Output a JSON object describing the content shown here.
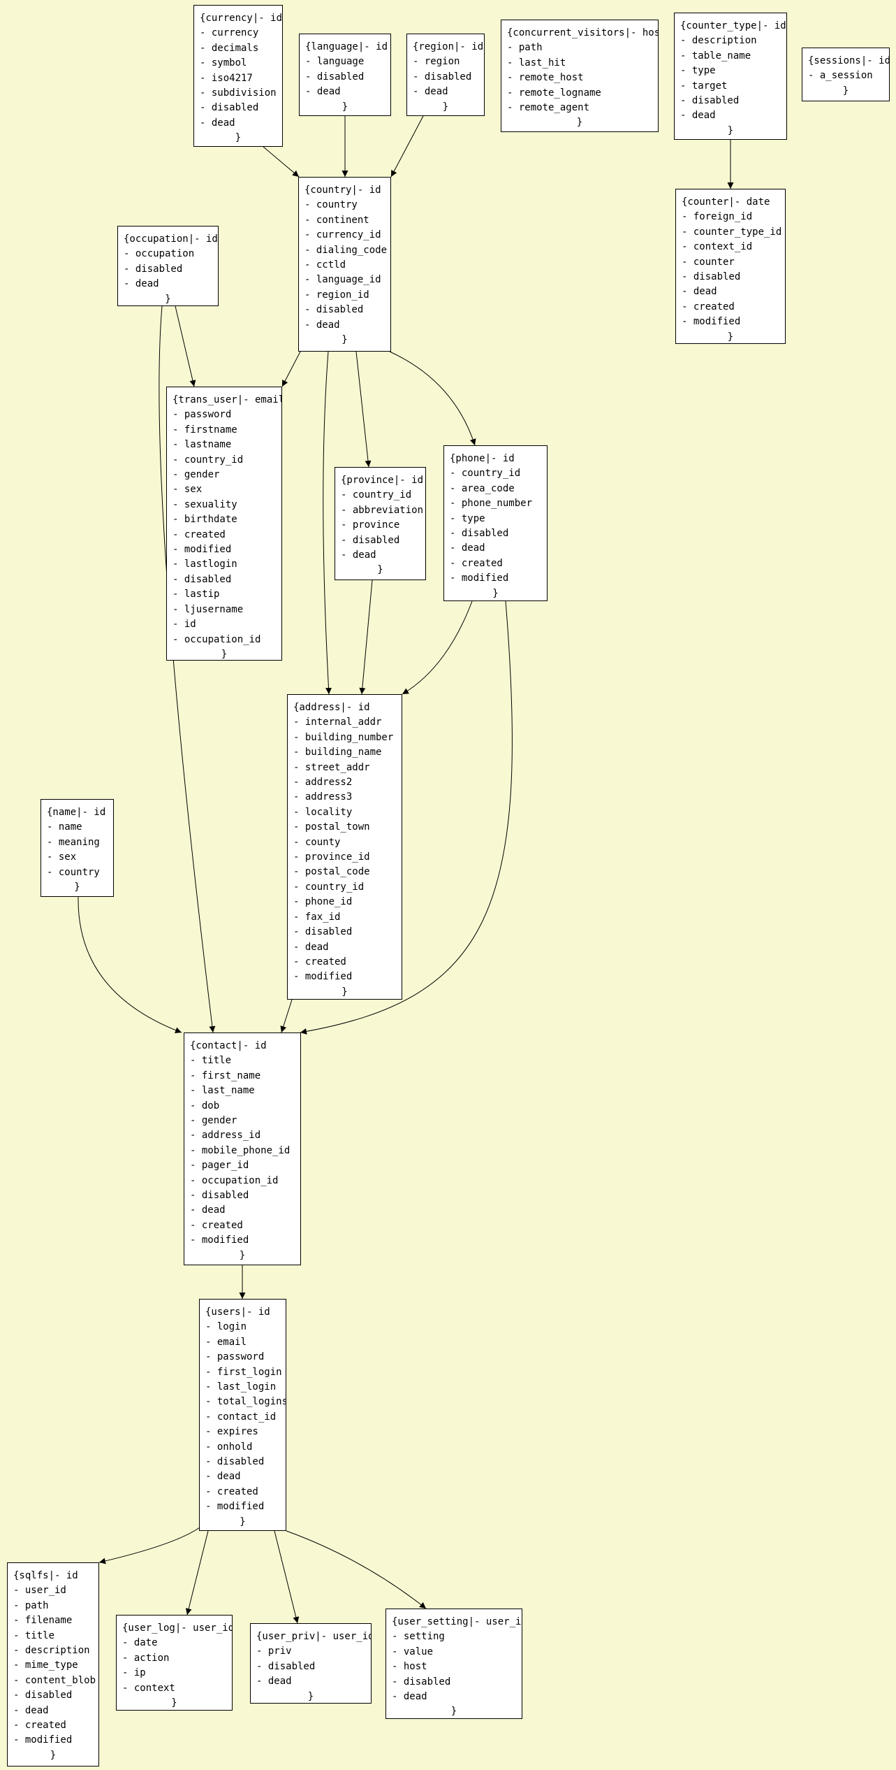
{
  "tables": [
    {
      "key": "currency",
      "title": "{currency|- id",
      "fields": [
        "currency",
        "decimals",
        "symbol",
        "iso4217",
        "subdivision",
        "disabled",
        "dead"
      ]
    },
    {
      "key": "language",
      "title": "{language|- id",
      "fields": [
        "language",
        "disabled",
        "dead"
      ]
    },
    {
      "key": "region",
      "title": "{region|- id",
      "fields": [
        "region",
        "disabled",
        "dead"
      ]
    },
    {
      "key": "concurrent_visitors",
      "title": "{concurrent_visitors|- host",
      "fields": [
        "path",
        "last_hit",
        "remote_host",
        "remote_logname",
        "remote_agent"
      ]
    },
    {
      "key": "counter_type",
      "title": "{counter_type|- id",
      "fields": [
        "description",
        "table_name",
        "type",
        "target",
        "disabled",
        "dead"
      ]
    },
    {
      "key": "sessions",
      "title": "{sessions|- id",
      "fields": [
        "a_session"
      ]
    },
    {
      "key": "country",
      "title": "{country|- id",
      "fields": [
        "country",
        "continent",
        "currency_id",
        "dialing_code",
        "cctld",
        "language_id",
        "region_id",
        "disabled",
        "dead"
      ]
    },
    {
      "key": "counter",
      "title": "{counter|- date",
      "fields": [
        "foreign_id",
        "counter_type_id",
        "context_id",
        "counter",
        "disabled",
        "dead",
        "created",
        "modified"
      ]
    },
    {
      "key": "occupation",
      "title": "{occupation|- id",
      "fields": [
        "occupation",
        "disabled",
        "dead"
      ]
    },
    {
      "key": "trans_user",
      "title": "{trans_user|- email",
      "fields": [
        "password",
        "firstname",
        "lastname",
        "country_id",
        "gender",
        "sex",
        "sexuality",
        "birthdate",
        "created",
        "modified",
        "lastlogin",
        "disabled",
        "lastip",
        "ljusername",
        "id",
        "occupation_id"
      ]
    },
    {
      "key": "province",
      "title": "{province|- id",
      "fields": [
        "country_id",
        "abbreviation",
        "province",
        "disabled",
        "dead"
      ]
    },
    {
      "key": "phone",
      "title": "{phone|- id",
      "fields": [
        "country_id",
        "area_code",
        "phone_number",
        "type",
        "disabled",
        "dead",
        "created",
        "modified"
      ]
    },
    {
      "key": "address",
      "title": "{address|- id",
      "fields": [
        "internal_addr",
        "building_number",
        "building_name",
        "street_addr",
        "address2",
        "address3",
        "locality",
        "postal_town",
        "county",
        "province_id",
        "postal_code",
        "country_id",
        "phone_id",
        "fax_id",
        "disabled",
        "dead",
        "created",
        "modified"
      ]
    },
    {
      "key": "name",
      "title": "{name|- id",
      "fields": [
        "name",
        "meaning",
        "sex",
        "country"
      ]
    },
    {
      "key": "contact",
      "title": "{contact|- id",
      "fields": [
        "title",
        "first_name",
        "last_name",
        "dob",
        "gender",
        "address_id",
        "mobile_phone_id",
        "pager_id",
        "occupation_id",
        "disabled",
        "dead",
        "created",
        "modified"
      ]
    },
    {
      "key": "users",
      "title": "{users|- id",
      "fields": [
        "login",
        "email",
        "password",
        "first_login",
        "last_login",
        "total_logins",
        "contact_id",
        "expires",
        "onhold",
        "disabled",
        "dead",
        "created",
        "modified"
      ]
    },
    {
      "key": "sqlfs",
      "title": "{sqlfs|- id",
      "fields": [
        "user_id",
        "path",
        "filename",
        "title",
        "description",
        "mime_type",
        "content_blob",
        "disabled",
        "dead",
        "created",
        "modified"
      ]
    },
    {
      "key": "user_log",
      "title": "{user_log|- user_id",
      "fields": [
        "date",
        "action",
        "ip",
        "context"
      ]
    },
    {
      "key": "user_priv",
      "title": "{user_priv|- user_id",
      "fields": [
        "priv",
        "disabled",
        "dead"
      ]
    },
    {
      "key": "user_setting",
      "title": "{user_setting|- user_id",
      "fields": [
        "setting",
        "value",
        "host",
        "disabled",
        "dead"
      ]
    }
  ],
  "field_prefix": "- ",
  "close_char": "}",
  "edges": [
    [
      "currency",
      "country"
    ],
    [
      "language",
      "country"
    ],
    [
      "region",
      "country"
    ],
    [
      "counter_type",
      "counter"
    ],
    [
      "country",
      "trans_user"
    ],
    [
      "occupation",
      "trans_user"
    ],
    [
      "country",
      "province"
    ],
    [
      "country",
      "phone"
    ],
    [
      "country",
      "address"
    ],
    [
      "province",
      "address"
    ],
    [
      "phone",
      "address"
    ],
    [
      "occupation",
      "contact"
    ],
    [
      "name",
      "contact"
    ],
    [
      "address",
      "contact"
    ],
    [
      "phone",
      "contact"
    ],
    [
      "contact",
      "users"
    ],
    [
      "users",
      "sqlfs"
    ],
    [
      "users",
      "user_log"
    ],
    [
      "users",
      "user_priv"
    ],
    [
      "users",
      "user_setting"
    ]
  ]
}
